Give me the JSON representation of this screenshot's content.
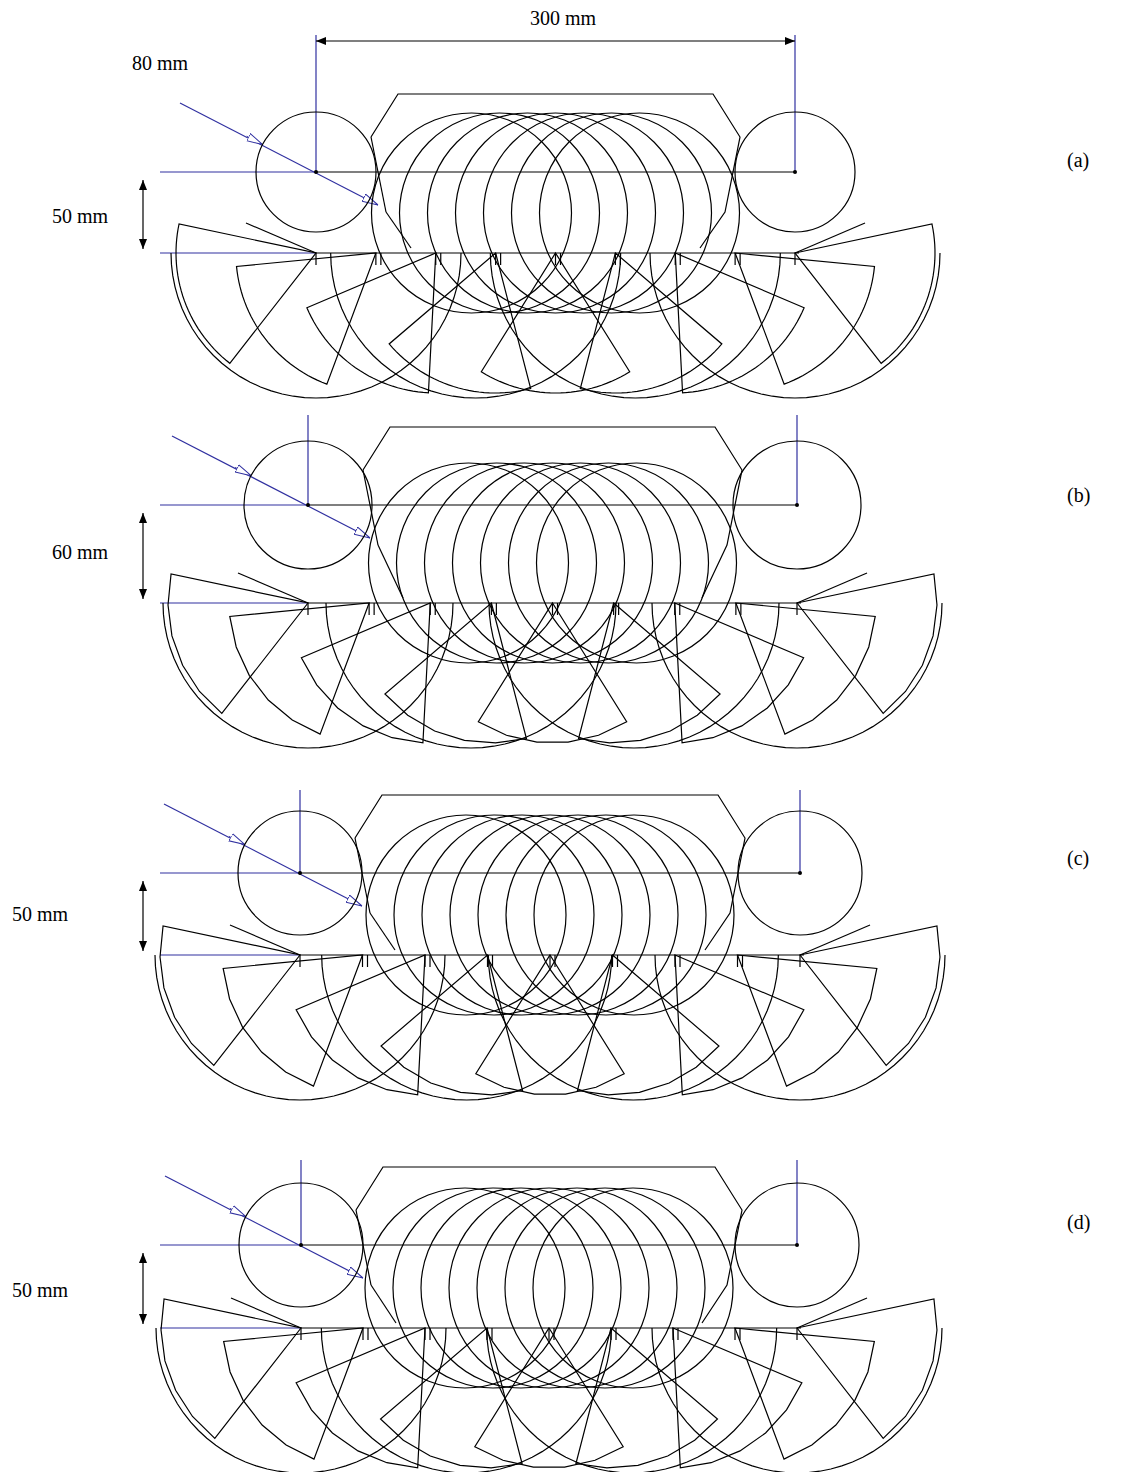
{
  "diagram": {
    "labels": [
      "300 mm",
      "80 mm",
      "50 mm",
      "(a)",
      "60 mm",
      "(b)",
      "50 mm",
      "(c)",
      "50 mm",
      "(d)"
    ]
  }
}
